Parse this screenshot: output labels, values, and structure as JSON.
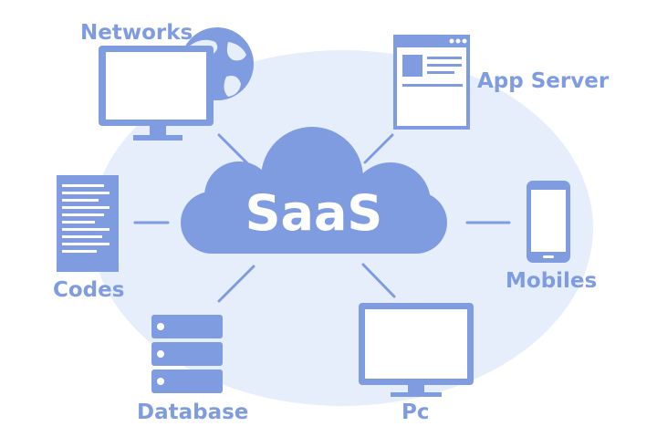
{
  "diagram": {
    "center_label": "SaaS",
    "nodes": {
      "networks": "Networks",
      "app_server": "App Server",
      "codes": "Codes",
      "mobiles": "Mobiles",
      "database": "Database",
      "pc": "Pc"
    }
  },
  "colors": {
    "primary": "#7f9ce0",
    "background_ellipse": "#e6eefb",
    "text": "#7f9ce0",
    "cloud_text": "#ffffff",
    "page": "#ffffff"
  }
}
